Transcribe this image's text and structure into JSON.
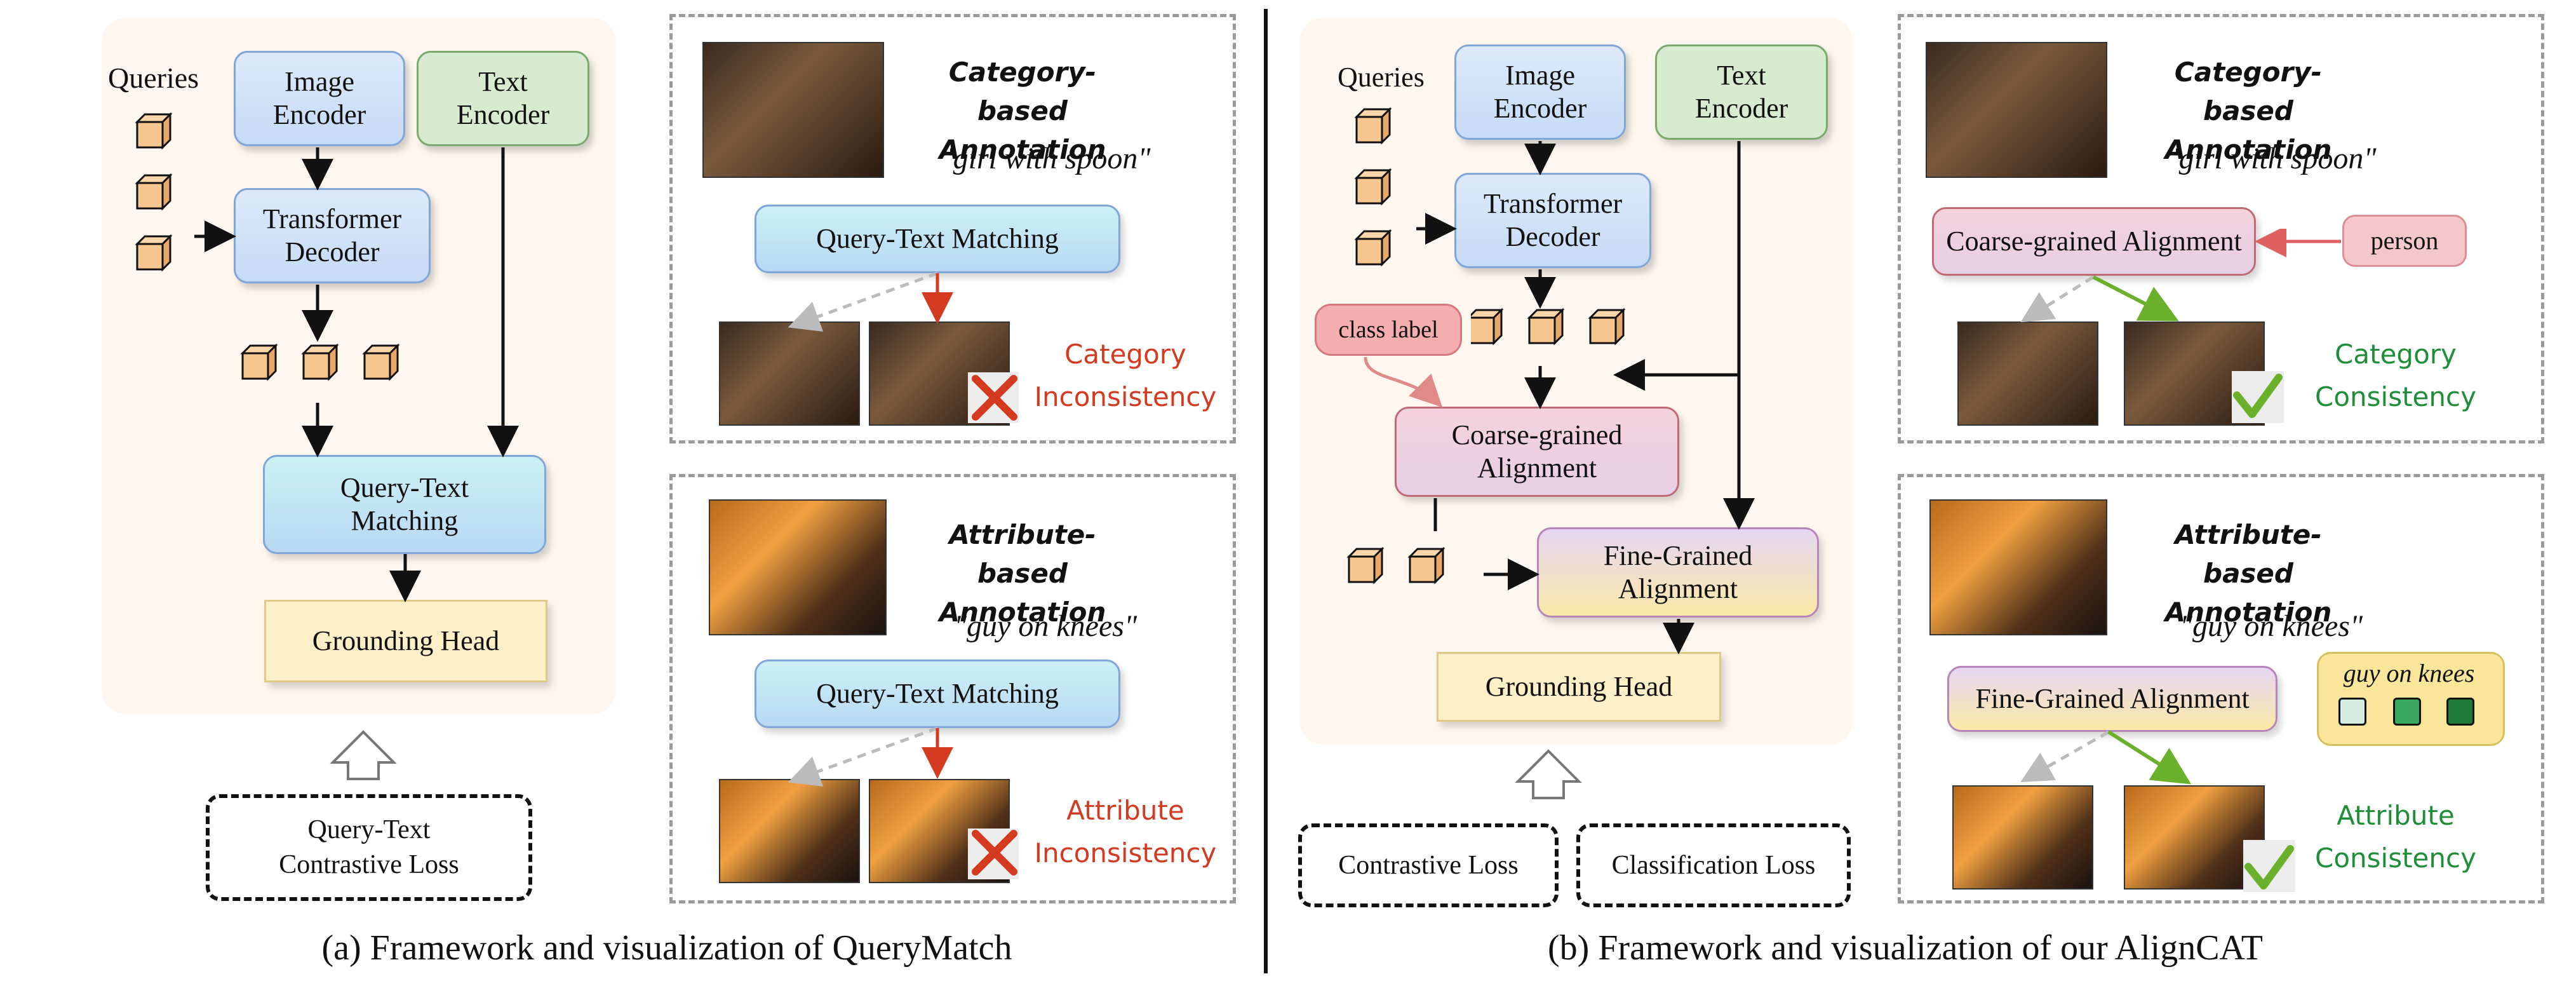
{
  "left": {
    "queries_label": "Queries",
    "image_encoder": "Image Encoder",
    "text_encoder": "Text Encoder",
    "transformer_decoder": "Transformer Decoder",
    "query_text_matching": "Query-Text Matching",
    "grounding_head": "Grounding Head",
    "loss": "Query-Text Contrastive Loss",
    "cat_box": {
      "title": "Category-based Annotation",
      "quote": "\"girl with spoon\"",
      "matching": "Query-Text Matching",
      "status": "Category Inconsistency"
    },
    "attr_box": {
      "title": "Attribute-based Annotation",
      "quote": "\"guy on knees\"",
      "matching": "Query-Text Matching",
      "status": "Attribute Inconsistency"
    },
    "caption": "(a) Framework and visualization of QueryMatch"
  },
  "right": {
    "queries_label": "Queries",
    "image_encoder": "Image Encoder",
    "text_encoder": "Text Encoder",
    "transformer_decoder": "Transformer Decoder",
    "class_label": "class label",
    "coarse_alignment": "Coarse-grained Alignment",
    "fine_alignment": "Fine-Grained Alignment",
    "grounding_head": "Grounding Head",
    "contrastive_loss": "Contrastive Loss",
    "classification_loss": "Classification Loss",
    "cat_box": {
      "title": "Category-based Annotation",
      "quote": "\"girl with spoon\"",
      "alignment": "Coarse-grained Alignment",
      "label": "person",
      "status": "Category Consistency"
    },
    "attr_box": {
      "title": "Attribute-based Annotation",
      "quote": "\"guy on knees\"",
      "alignment": "Fine-Grained Alignment",
      "phrase": "guy on knees",
      "status": "Attribute Consistency"
    },
    "caption": "(b) Framework and visualization of our AlignCAT"
  },
  "colors": {
    "inconsistency": "#d33a1f",
    "consistency": "#1e8e38",
    "cube": "#f7c58e"
  }
}
